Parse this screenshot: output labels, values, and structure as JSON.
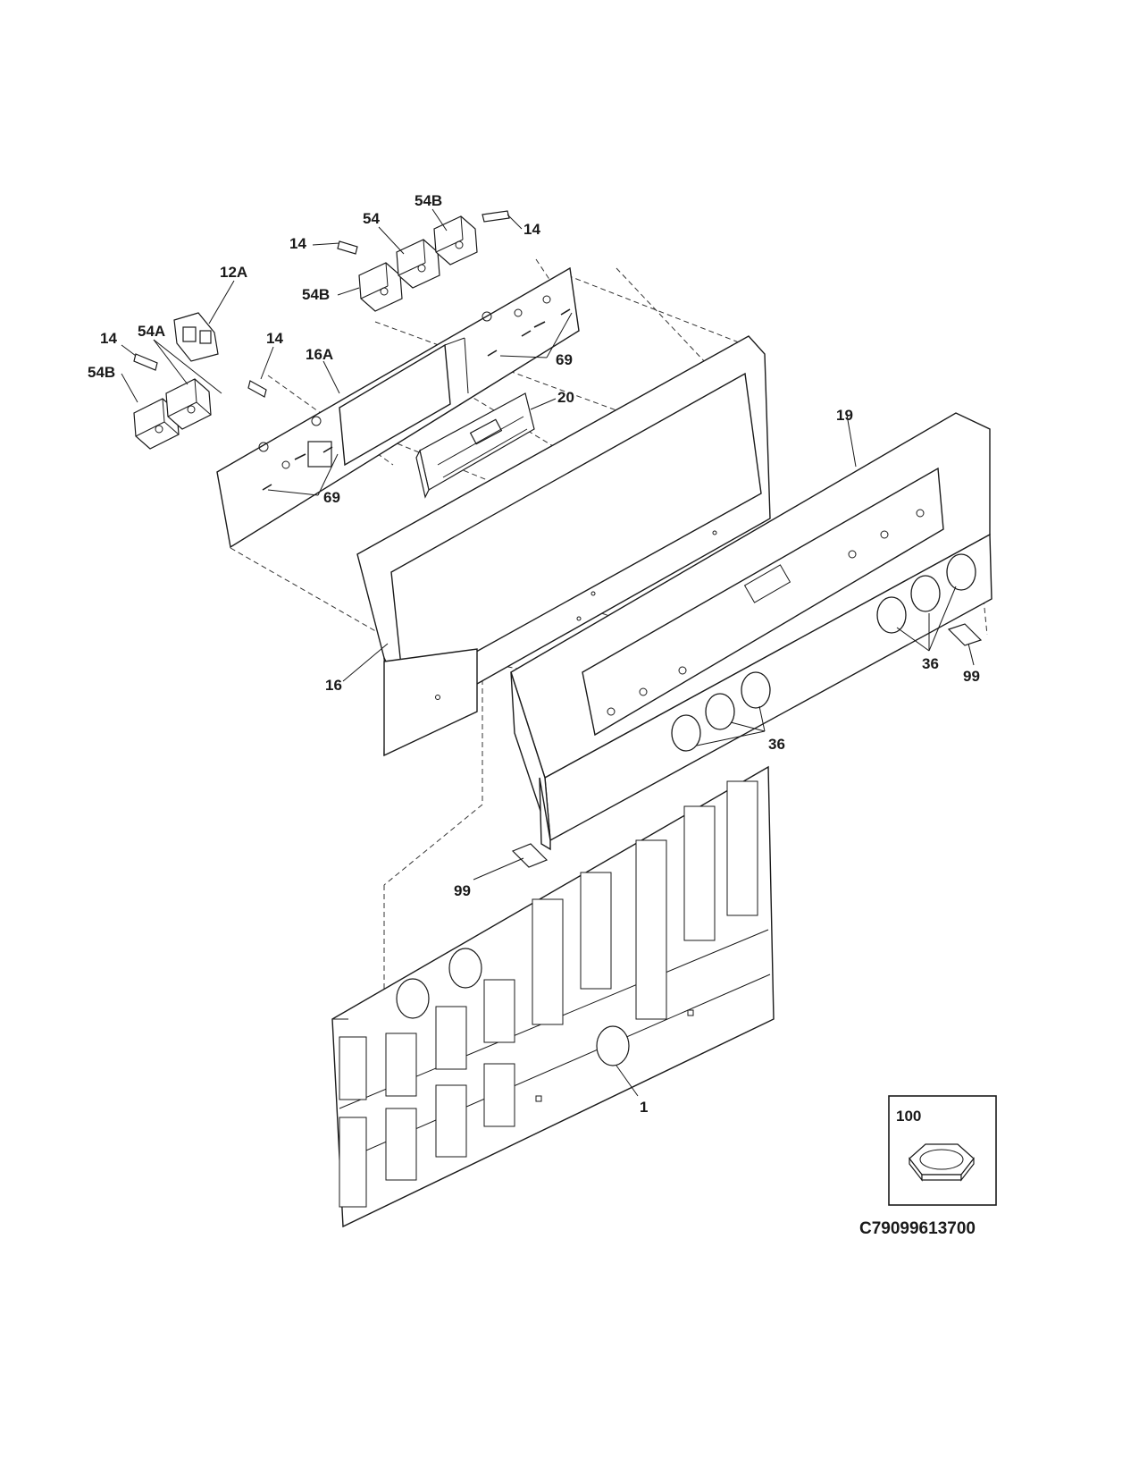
{
  "callouts": {
    "c54B_top": "54B",
    "c54_top": "54",
    "c14_top_left": "14",
    "c14_top_right": "14",
    "c12A": "12A",
    "c54B_mid": "54B",
    "c14_left": "14",
    "c54A": "54A",
    "c14_mid": "14",
    "c16A": "16A",
    "c54B_left": "54B",
    "c69_right": "69",
    "c20": "20",
    "c69_left": "69",
    "c19": "19",
    "c16": "16",
    "c36_right": "36",
    "c99_right": "99",
    "c36_mid": "36",
    "c99_bottom": "99",
    "c1": "1"
  },
  "inset": {
    "label": "100"
  },
  "drawing_code": "C79099613700"
}
